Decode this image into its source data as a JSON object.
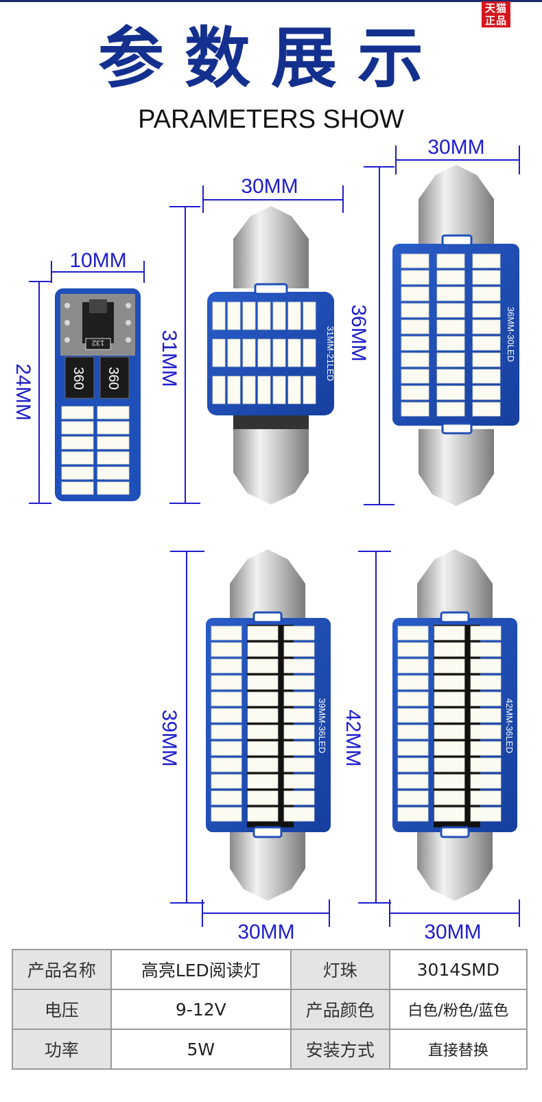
{
  "badge": {
    "line1": "天猫",
    "line2": "正品"
  },
  "title": "参数展示",
  "subtitle": "PARAMETERS SHOW",
  "dimensions": {
    "t10_width": "10MM",
    "t10_height": "24MM",
    "d31_width": "30MM",
    "d31_height": "31MM",
    "d36_width": "30MM",
    "d36_height": "36MM",
    "d39_width": "30MM",
    "d39_height": "39MM",
    "d42_width": "30MM",
    "d42_height": "42MM"
  },
  "chips": {
    "left": "360",
    "right": "360",
    "code": "132"
  },
  "board_labels": {
    "d31": "31MM-21LED",
    "d36": "36MM-30LED",
    "d39": "39MM-36LED",
    "d42": "42MM-36LED"
  },
  "specs": [
    [
      "产品名称",
      "高亮LED阅读灯",
      "灯珠",
      "3014SMD"
    ],
    [
      "电压",
      "9-12V",
      "产品颜色",
      "白色/粉色/蓝色"
    ],
    [
      "功率",
      "5W",
      "安装方式",
      "直接替换"
    ]
  ],
  "colors": {
    "title": "#14308f",
    "dimension": "#1d1dcc",
    "pcb": "#1f4fb8",
    "badge": "#d4161e"
  }
}
